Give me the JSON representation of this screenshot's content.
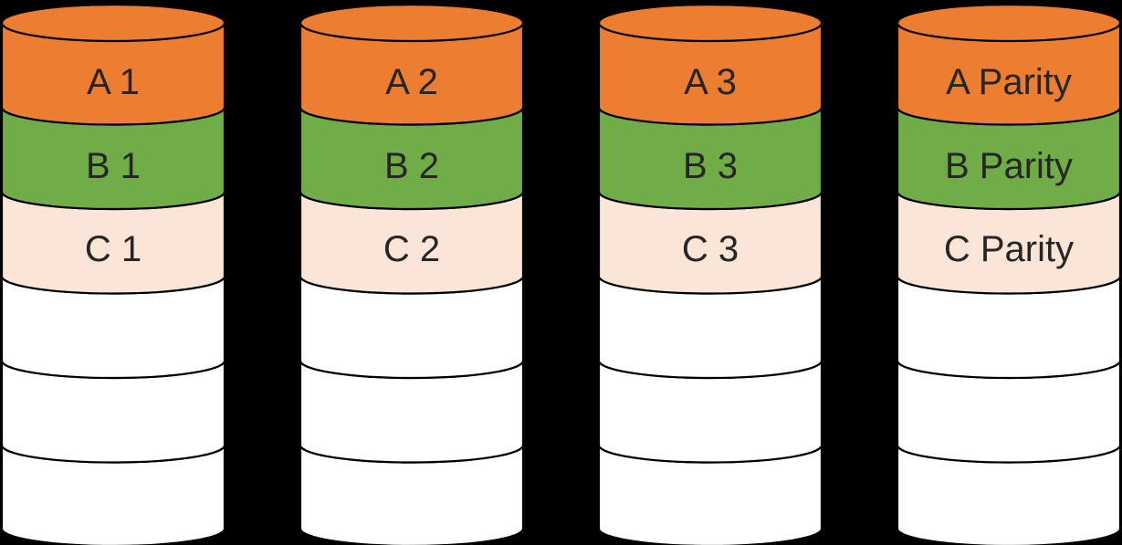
{
  "diagram": {
    "title": "raid-parity-disks",
    "background_color": "#000000",
    "outline_color": "#000000",
    "text_color": "#262626",
    "accent_colors": {
      "stripe_a": "#ED7D31",
      "stripe_b": "#70AD47",
      "stripe_c": "#FBE5D6",
      "empty": "#FFFFFF"
    },
    "disks": [
      {
        "segments": [
          {
            "label": "A 1",
            "color": "#ED7D31"
          },
          {
            "label": "B 1",
            "color": "#70AD47"
          },
          {
            "label": "C 1",
            "color": "#FBE5D6"
          },
          {
            "label": "",
            "color": "#FFFFFF"
          },
          {
            "label": "",
            "color": "#FFFFFF"
          },
          {
            "label": "",
            "color": "#FFFFFF"
          }
        ]
      },
      {
        "segments": [
          {
            "label": "A 2",
            "color": "#ED7D31"
          },
          {
            "label": "B 2",
            "color": "#70AD47"
          },
          {
            "label": "C 2",
            "color": "#FBE5D6"
          },
          {
            "label": "",
            "color": "#FFFFFF"
          },
          {
            "label": "",
            "color": "#FFFFFF"
          },
          {
            "label": "",
            "color": "#FFFFFF"
          }
        ]
      },
      {
        "segments": [
          {
            "label": "A 3",
            "color": "#ED7D31"
          },
          {
            "label": "B 3",
            "color": "#70AD47"
          },
          {
            "label": "C 3",
            "color": "#FBE5D6"
          },
          {
            "label": "",
            "color": "#FFFFFF"
          },
          {
            "label": "",
            "color": "#FFFFFF"
          },
          {
            "label": "",
            "color": "#FFFFFF"
          }
        ]
      },
      {
        "segments": [
          {
            "label": "A Parity",
            "color": "#ED7D31"
          },
          {
            "label": "B Parity",
            "color": "#70AD47"
          },
          {
            "label": "C Parity",
            "color": "#FBE5D6"
          },
          {
            "label": "",
            "color": "#FFFFFF"
          },
          {
            "label": "",
            "color": "#FFFFFF"
          },
          {
            "label": "",
            "color": "#FFFFFF"
          }
        ]
      }
    ]
  }
}
